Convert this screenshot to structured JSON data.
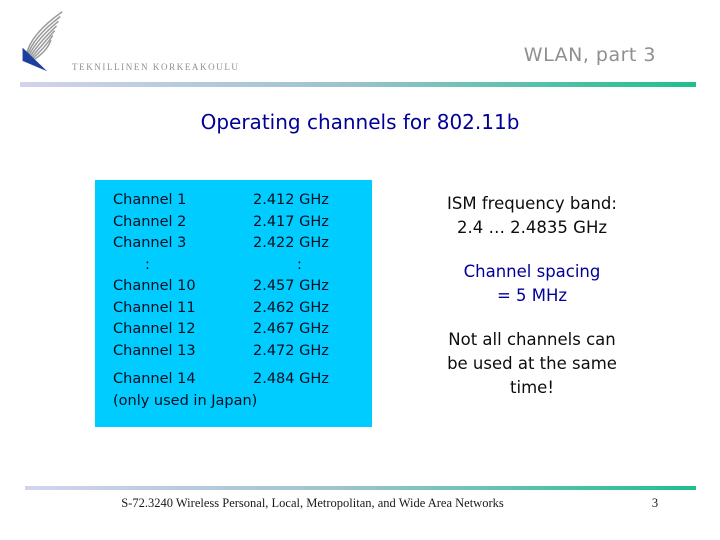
{
  "logo": {
    "institution": "TEKNILLINEN KORKEAKOULU"
  },
  "header": {
    "title": "WLAN, part 3"
  },
  "slide": {
    "title": "Operating channels for 802.11b"
  },
  "channels": {
    "rows": [
      {
        "label": "Channel 1",
        "freq": "2.412 GHz"
      },
      {
        "label": "Channel 2",
        "freq": "2.417 GHz"
      },
      {
        "label": "Channel 3",
        "freq": "2.422 GHz"
      },
      {
        "label": ":",
        "freq": ":"
      },
      {
        "label": "Channel 10",
        "freq": "2.457 GHz"
      },
      {
        "label": "Channel 11",
        "freq": "2.462 GHz"
      },
      {
        "label": "Channel 12",
        "freq": "2.467 GHz"
      },
      {
        "label": "Channel 13",
        "freq": "2.472 GHz"
      }
    ],
    "extra_row": {
      "label": "Channel 14",
      "freq": "2.484 GHz"
    },
    "extra_note": "(only used in Japan)"
  },
  "notes": {
    "ism": {
      "line1": "ISM frequency band:",
      "line2": "2.4 … 2.4835 GHz"
    },
    "spacing": {
      "line1": "Channel spacing",
      "line2": "= 5 MHz"
    },
    "warning": {
      "line1": "Not all channels can",
      "line2": "be used at the same",
      "line3": "time!"
    }
  },
  "footer": {
    "course": "S-72.3240 Wireless Personal, Local, Metropolitan, and Wide Area Networks",
    "page_number": "3"
  },
  "colors": {
    "title_blue": "#000099",
    "note_blue": "#000099",
    "box_cyan": "#00ccff",
    "rule_gradient_left": "#d3d3ef",
    "rule_gradient_mid": "#9cc3cc",
    "rule_gradient_right": "#1fbf8e",
    "header_gray": "#8f8f8f",
    "logo_blue": "#1c3f9f",
    "logo_gray": "#9b9b9b"
  }
}
